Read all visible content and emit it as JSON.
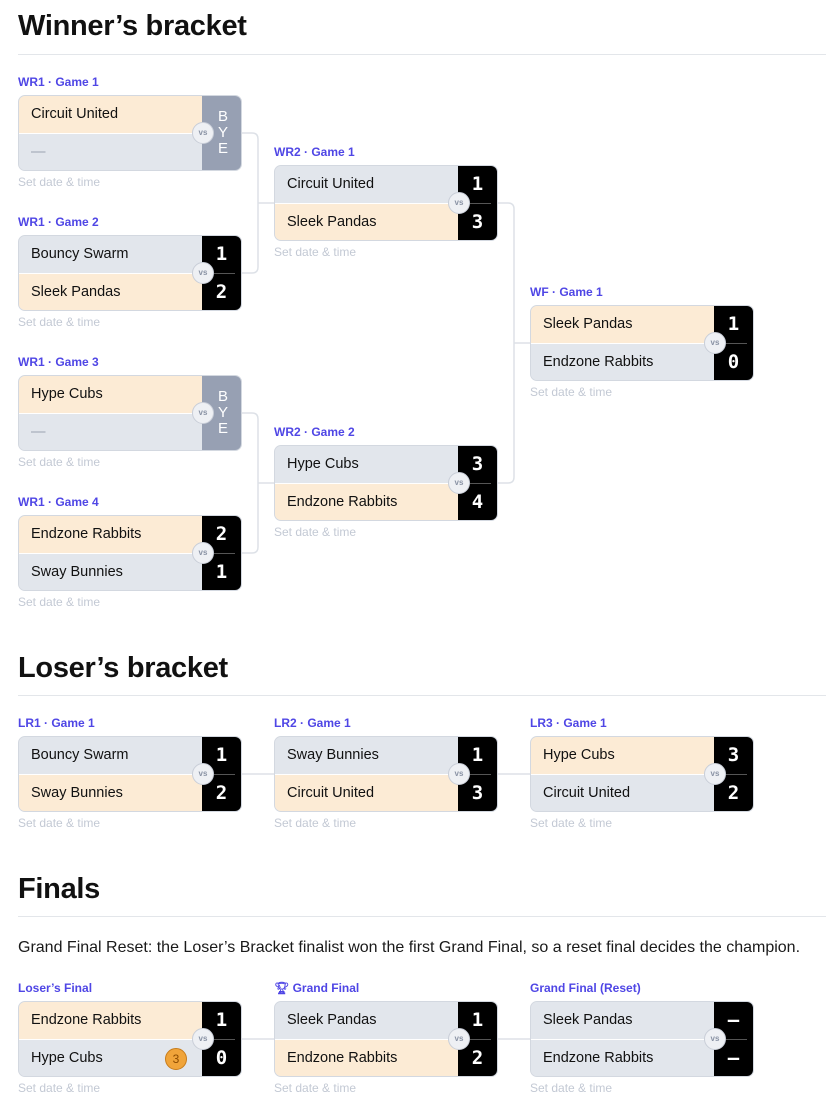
{
  "sections": {
    "winners": "Winner’s bracket",
    "losers": "Loser’s bracket",
    "finals": "Finals"
  },
  "finals_note": "Grand Final Reset: the Loser’s Bracket finalist won the first Grand Final, so a reset final decides the champion.",
  "date_placeholder": "Set date & time",
  "vs_label": "vs",
  "bye_label": "BYE",
  "colors": {
    "accent": "#4f46e5",
    "winner_row": "#fcebd5",
    "loser_row": "#e2e6ec",
    "score_bg": "#000000",
    "bye_bg": "#97a0b3"
  },
  "matches": [
    {
      "label": "WR1 · Game 1",
      "top": "Circuit United",
      "bot": "—",
      "bye": true,
      "win": "top"
    },
    {
      "label": "WR1 · Game 2",
      "top": "Bouncy Swarm",
      "bot": "Sleek Pandas",
      "s1": "1",
      "s2": "2",
      "win": "bot"
    },
    {
      "label": "WR1 · Game 3",
      "top": "Hype Cubs",
      "bot": "—",
      "bye": true,
      "win": "top"
    },
    {
      "label": "WR1 · Game 4",
      "top": "Endzone Rabbits",
      "bot": "Sway Bunnies",
      "s1": "2",
      "s2": "1",
      "win": "top"
    },
    {
      "label": "WR2 · Game 1",
      "top": "Circuit United",
      "bot": "Sleek Pandas",
      "s1": "1",
      "s2": "3",
      "win": "bot"
    },
    {
      "label": "WR2 · Game 2",
      "top": "Hype Cubs",
      "bot": "Endzone Rabbits",
      "s1": "3",
      "s2": "4",
      "win": "bot"
    },
    {
      "label": "WF · Game 1",
      "top": "Sleek Pandas",
      "bot": "Endzone Rabbits",
      "s1": "1",
      "s2": "0",
      "win": "top"
    },
    {
      "label": "LR1 · Game 1",
      "top": "Bouncy Swarm",
      "bot": "Sway Bunnies",
      "s1": "1",
      "s2": "2",
      "win": "bot"
    },
    {
      "label": "LR2 · Game 1",
      "top": "Sway Bunnies",
      "bot": "Circuit United",
      "s1": "1",
      "s2": "3",
      "win": "bot"
    },
    {
      "label": "LR3 · Game 1",
      "top": "Hype Cubs",
      "bot": "Circuit United",
      "s1": "3",
      "s2": "2",
      "win": "top"
    },
    {
      "label": "Loser’s Final",
      "top": "Endzone Rabbits",
      "bot": "Hype Cubs",
      "s1": "1",
      "s2": "0",
      "win": "top",
      "seed": "3"
    },
    {
      "label": "Grand Final",
      "top": "Sleek Pandas",
      "bot": "Endzone Rabbits",
      "s1": "1",
      "s2": "2",
      "win": "bot",
      "trophy": true
    },
    {
      "label": "Grand Final (Reset)",
      "top": "Sleek Pandas",
      "bot": "Endzone Rabbits",
      "s1": "–",
      "s2": "–",
      "win": "none"
    }
  ]
}
